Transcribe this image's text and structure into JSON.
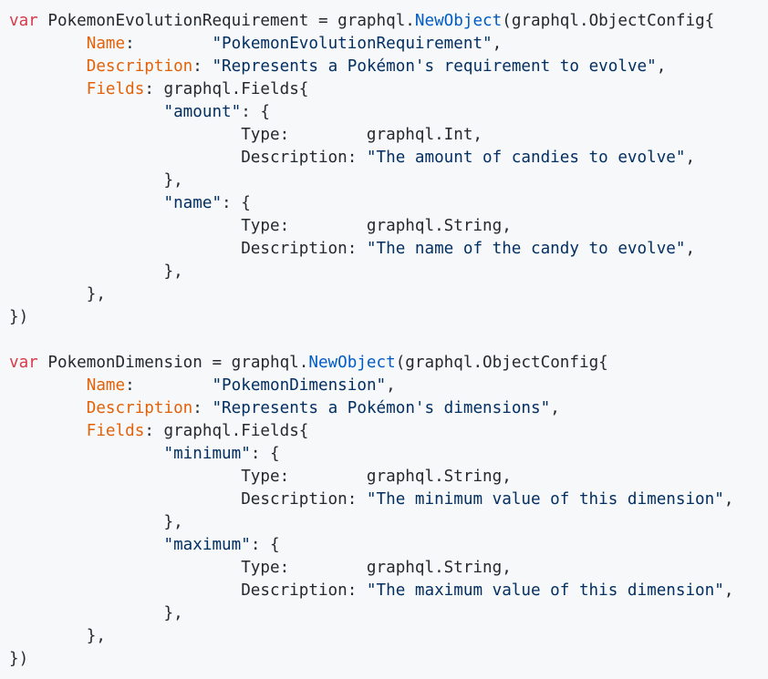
{
  "code_block": {
    "lines": [
      [
        {
          "t": "var",
          "c": "kw"
        },
        {
          "t": " PokemonEvolutionRequirement = graphql."
        },
        {
          "t": "NewObject",
          "c": "fn"
        },
        {
          "t": "(graphql.ObjectConfig{"
        }
      ],
      [
        {
          "t": "        "
        },
        {
          "t": "Name",
          "c": "key"
        },
        {
          "t": ":        "
        },
        {
          "t": "\"PokemonEvolutionRequirement\"",
          "c": "str"
        },
        {
          "t": ","
        }
      ],
      [
        {
          "t": "        "
        },
        {
          "t": "Description",
          "c": "key"
        },
        {
          "t": ": "
        },
        {
          "t": "\"Represents a Pokémon's requirement to evolve\"",
          "c": "str"
        },
        {
          "t": ","
        }
      ],
      [
        {
          "t": "        "
        },
        {
          "t": "Fields",
          "c": "key"
        },
        {
          "t": ": graphql.Fields{"
        }
      ],
      [
        {
          "t": "                "
        },
        {
          "t": "\"amount\"",
          "c": "str"
        },
        {
          "t": ": {"
        }
      ],
      [
        {
          "t": "                        Type:        graphql.Int,"
        }
      ],
      [
        {
          "t": "                        Description: "
        },
        {
          "t": "\"The amount of candies to evolve\"",
          "c": "str"
        },
        {
          "t": ","
        }
      ],
      [
        {
          "t": "                },"
        }
      ],
      [
        {
          "t": "                "
        },
        {
          "t": "\"name\"",
          "c": "str"
        },
        {
          "t": ": {"
        }
      ],
      [
        {
          "t": "                        Type:        graphql.String,"
        }
      ],
      [
        {
          "t": "                        Description: "
        },
        {
          "t": "\"The name of the candy to evolve\"",
          "c": "str"
        },
        {
          "t": ","
        }
      ],
      [
        {
          "t": "                },"
        }
      ],
      [
        {
          "t": "        },"
        }
      ],
      [
        {
          "t": "})"
        }
      ],
      [],
      [
        {
          "t": "var",
          "c": "kw"
        },
        {
          "t": " PokemonDimension = graphql."
        },
        {
          "t": "NewObject",
          "c": "fn"
        },
        {
          "t": "(graphql.ObjectConfig{"
        }
      ],
      [
        {
          "t": "        "
        },
        {
          "t": "Name",
          "c": "key"
        },
        {
          "t": ":        "
        },
        {
          "t": "\"PokemonDimension\"",
          "c": "str"
        },
        {
          "t": ","
        }
      ],
      [
        {
          "t": "        "
        },
        {
          "t": "Description",
          "c": "key"
        },
        {
          "t": ": "
        },
        {
          "t": "\"Represents a Pokémon's dimensions\"",
          "c": "str"
        },
        {
          "t": ","
        }
      ],
      [
        {
          "t": "        "
        },
        {
          "t": "Fields",
          "c": "key"
        },
        {
          "t": ": graphql.Fields{"
        }
      ],
      [
        {
          "t": "                "
        },
        {
          "t": "\"minimum\"",
          "c": "str"
        },
        {
          "t": ": {"
        }
      ],
      [
        {
          "t": "                        Type:        graphql.String,"
        }
      ],
      [
        {
          "t": "                        Description: "
        },
        {
          "t": "\"The minimum value of this dimension\"",
          "c": "str"
        },
        {
          "t": ","
        }
      ],
      [
        {
          "t": "                },"
        }
      ],
      [
        {
          "t": "                "
        },
        {
          "t": "\"maximum\"",
          "c": "str"
        },
        {
          "t": ": {"
        }
      ],
      [
        {
          "t": "                        Type:        graphql.String,"
        }
      ],
      [
        {
          "t": "                        Description: "
        },
        {
          "t": "\"The maximum value of this dimension\"",
          "c": "str"
        },
        {
          "t": ","
        }
      ],
      [
        {
          "t": "                },"
        }
      ],
      [
        {
          "t": "        },"
        }
      ],
      [
        {
          "t": "})"
        }
      ]
    ]
  }
}
